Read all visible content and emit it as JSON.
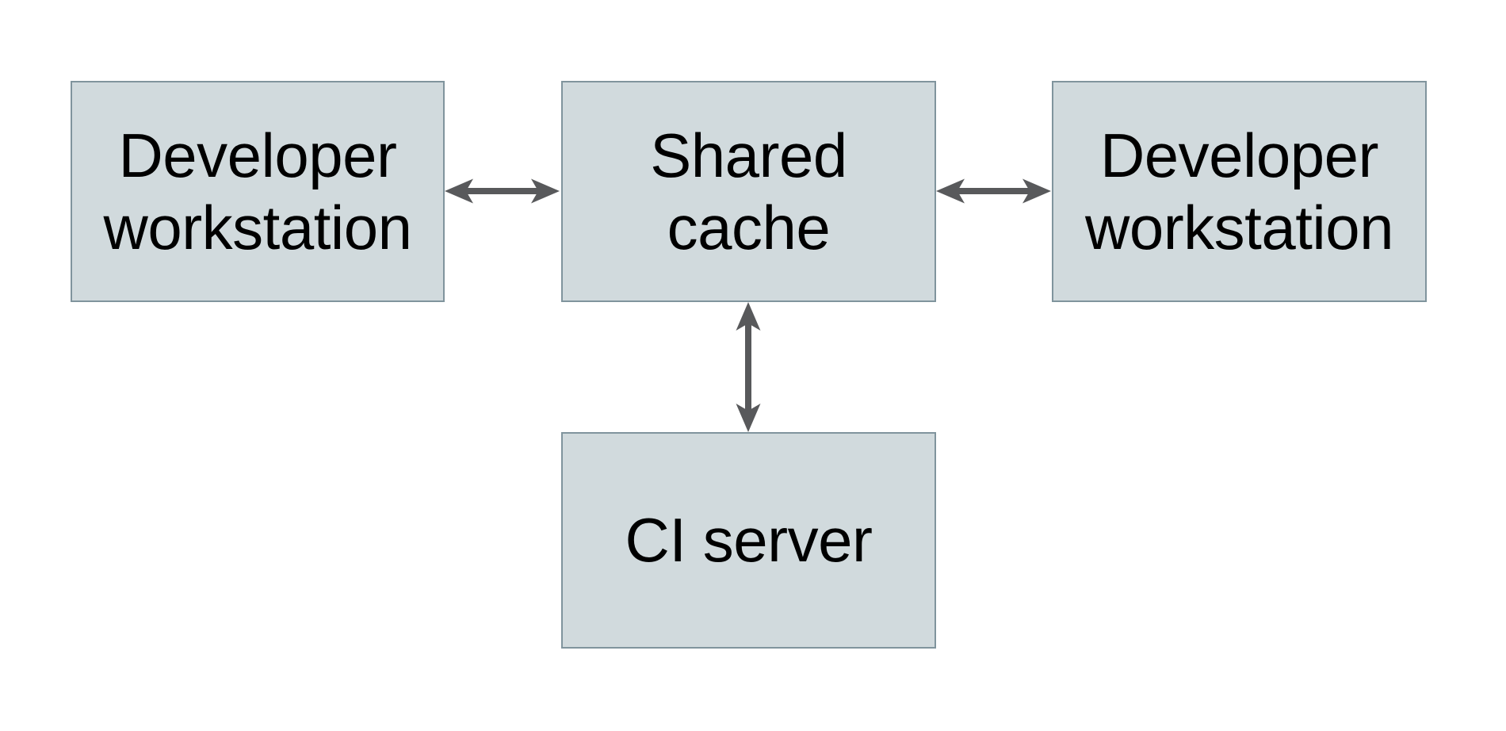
{
  "diagram": {
    "nodes": {
      "left_workstation": {
        "label": "Developer\nworkstation"
      },
      "shared_cache": {
        "label": "Shared\ncache"
      },
      "right_workstation": {
        "label": "Developer\nworkstation"
      },
      "ci_server": {
        "label": "CI server"
      }
    },
    "connections": [
      {
        "from": "left_workstation",
        "to": "shared_cache",
        "direction": "bidirectional"
      },
      {
        "from": "shared_cache",
        "to": "right_workstation",
        "direction": "bidirectional"
      },
      {
        "from": "shared_cache",
        "to": "ci_server",
        "direction": "bidirectional"
      }
    ],
    "colors": {
      "background": "#ffffff",
      "node_fill": "#d1dadd",
      "node_border": "#80949d",
      "arrow": "#58595b",
      "text": "#000000"
    }
  }
}
